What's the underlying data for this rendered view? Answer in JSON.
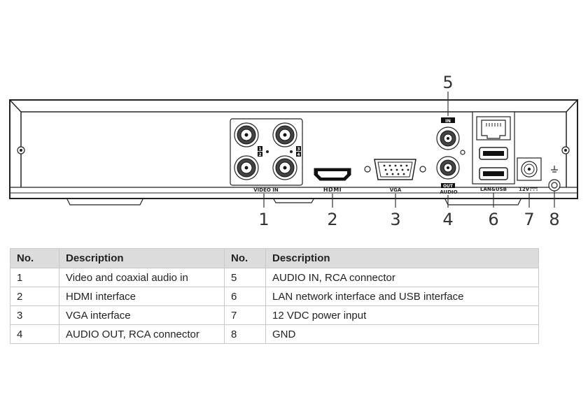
{
  "panel": {
    "video_in_label": "VIDEO IN",
    "channel_numbers": [
      "1",
      "2",
      "3",
      "4"
    ],
    "hdmi_label": "HDMI",
    "vga_label": "VGA",
    "audio_in_tag": "IN",
    "audio_out_tag": "OUT",
    "audio_label": "AUDIO",
    "lan_usb_label": "LAN&USB",
    "power_label": "12V",
    "ground_icon": "ground-icon"
  },
  "callouts": [
    "1",
    "2",
    "3",
    "4",
    "5",
    "6",
    "7",
    "8"
  ],
  "table": {
    "headers": [
      "No.",
      "Description",
      "No.",
      "Description"
    ],
    "rows": [
      [
        "1",
        "Video and coaxial audio in",
        "5",
        "AUDIO IN, RCA connector"
      ],
      [
        "2",
        "HDMI interface",
        "6",
        "LAN network interface and USB interface"
      ],
      [
        "3",
        "VGA interface",
        "7",
        "12 VDC power input"
      ],
      [
        "4",
        "AUDIO OUT, RCA connector",
        "8",
        "GND"
      ]
    ]
  }
}
